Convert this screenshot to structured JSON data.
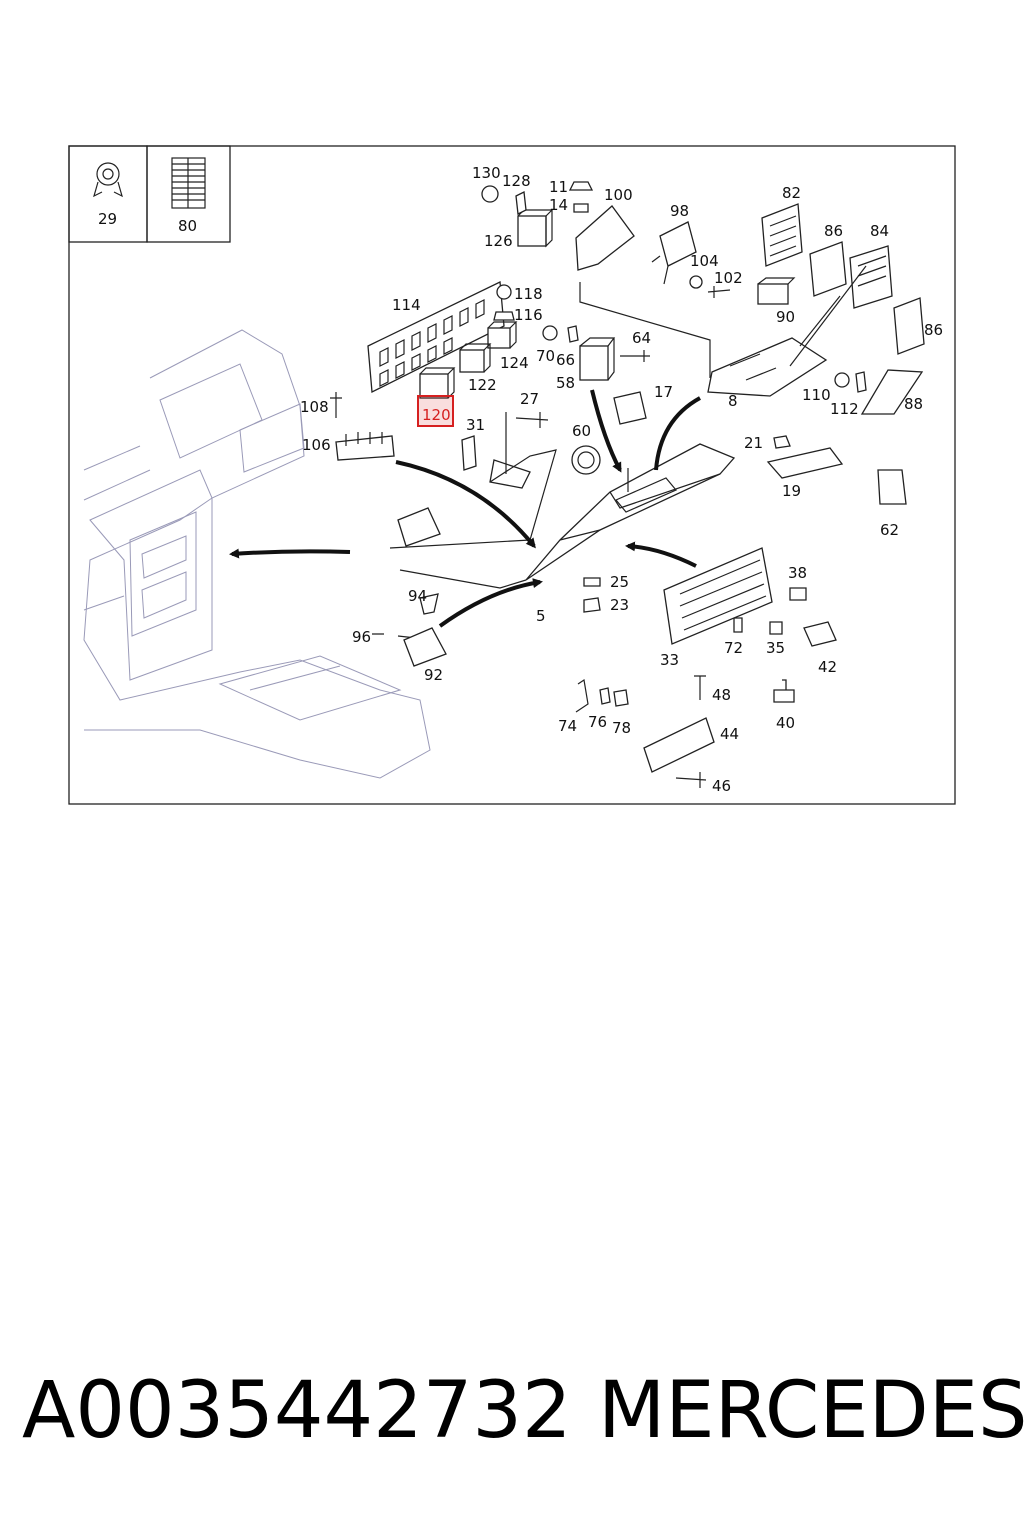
{
  "legend": [
    {
      "number": "29",
      "icon": "hose-clamp-icon"
    },
    {
      "number": "80",
      "icon": "grid-sheet-icon"
    }
  ],
  "labels": [
    "130",
    "128",
    "11",
    "14",
    "100",
    "98",
    "82",
    "86",
    "84",
    "126",
    "104",
    "102",
    "90",
    "114",
    "118",
    "116",
    "64",
    "124",
    "70",
    "66",
    "58",
    "122",
    "108",
    "120",
    "27",
    "17",
    "8",
    "110",
    "112",
    "88",
    "86",
    "106",
    "31",
    "60",
    "21",
    "19",
    "62",
    "38",
    "25",
    "23",
    "94",
    "5",
    "33",
    "72",
    "35",
    "42",
    "96",
    "92",
    "48",
    "74",
    "76",
    "78",
    "40",
    "44",
    "46"
  ],
  "highlight": {
    "label": "120",
    "color": "#d62020"
  },
  "caption": {
    "part_number": "A0035442732",
    "brand": "MERCEDES"
  }
}
